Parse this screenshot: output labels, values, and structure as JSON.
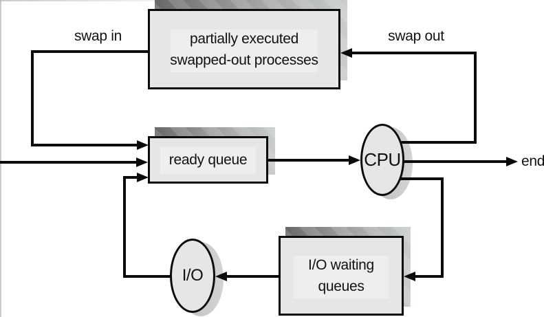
{
  "diagram": {
    "title_hint": "process scheduling with swapping",
    "nodes": {
      "swapped_out": {
        "lines": [
          "partially executed",
          "swapped-out processes"
        ]
      },
      "ready_queue": {
        "label": "ready queue"
      },
      "cpu": {
        "label": "CPU"
      },
      "io": {
        "label": "I/O"
      },
      "io_waiting": {
        "lines": [
          "I/O waiting",
          "queues"
        ]
      }
    },
    "edges": [
      {
        "from": "swapped-out-processes",
        "to": "ready-queue",
        "label": "swap in"
      },
      {
        "from": "cpu",
        "to": "swapped-out-processes",
        "label": "swap out"
      },
      {
        "from": "left-entry",
        "to": "ready-queue",
        "label": ""
      },
      {
        "from": "ready-queue",
        "to": "cpu",
        "label": ""
      },
      {
        "from": "cpu",
        "to": "exit",
        "label": "end"
      },
      {
        "from": "cpu",
        "to": "io-waiting-queues",
        "label": ""
      },
      {
        "from": "io-waiting-queues",
        "to": "io",
        "label": ""
      },
      {
        "from": "io",
        "to": "ready-queue",
        "label": ""
      }
    ],
    "colors": {
      "node_fill": "#e7e5e5",
      "line": "#0b0b0b",
      "shadow_dark": "#686868",
      "shadow_light": "#c9cdcd",
      "background": "#ffffff"
    }
  }
}
